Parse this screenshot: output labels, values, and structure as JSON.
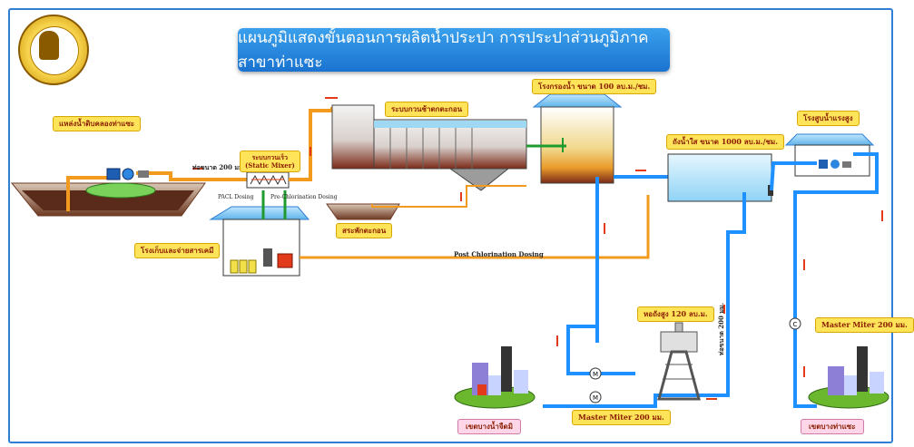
{
  "title": "แผนภูมิแสดงขั้นตอนการผลิตน้ำประปา การประปาส่วนภูมิภาคสาขาท่าแซะ",
  "labels": {
    "raw_water_source": "แหล่งน้ำดิบคลองท่าแซะ",
    "pipe_200": "ท่อขนาด 200 มม.",
    "static_mixer_th": "ระบบกวนเร็ว",
    "static_mixer_en": "(Static Mixer)",
    "pacl_dosing": "PACL Dosing",
    "pre_chlorination": "Pre-Chlorination Dosing",
    "sedimentation": "ระบบกวนช้าตกตะกอน",
    "filter_plant": "โรงกรองน้ำ ขนาด 100 ลบ.ม./ชม.",
    "sludge_pond": "สระพักตะกอน",
    "chemical_building": "โรงเก็บและจ่ายสารเคมี",
    "post_chlorination": "Post Chlorination Dosing",
    "clear_water_tank": "ถังน้ำใส ขนาด 1000 ลบ.ม./ชม.",
    "pump_station": "โรงสูบน้ำแรงสูง",
    "water_tower": "หอถังสูง 120 ลบ.ม.",
    "pipe_vertical": "ท่อขนาด 200 มม.",
    "master_meter_left": "Master Miter 200 มม.",
    "master_meter_right": "Master Miter 200 มม.",
    "area_left": "เขตบางน้ำจืดมิ",
    "area_right": "เขตบางท่าแซะ"
  },
  "meters": {
    "symbol": "M",
    "check_symbol": "C"
  },
  "colors": {
    "title_bg": "#1a73d0",
    "pipe_orange": "#f29a1e",
    "pipe_blue": "#1e90ff",
    "arrow_red": "#e23b1c",
    "label_yellow": "#ffe45a",
    "pink_label": "#ffd6e8",
    "frame": "#2f7fd6"
  },
  "icons": [
    "logo-emblem",
    "pump-icon",
    "meter-icon",
    "arrow-icon",
    "building-icon",
    "tower-icon"
  ]
}
